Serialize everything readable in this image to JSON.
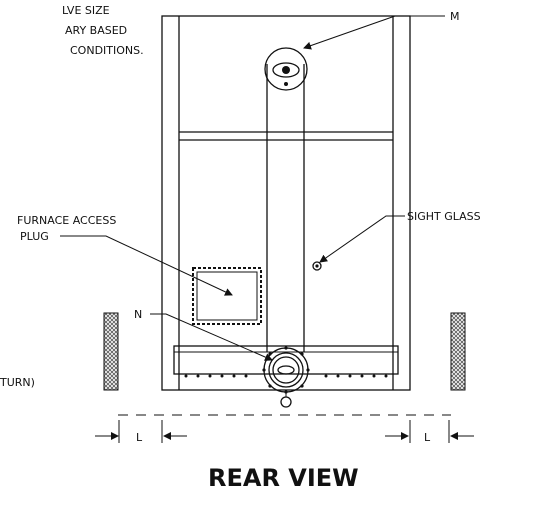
{
  "note_lines": [
    "LVE SIZE",
    "ARY BASED",
    "CONDITIONS."
  ],
  "callouts": {
    "m": "M",
    "n": "N",
    "sight_glass": "SIGHT GLASS",
    "furnace_line1": "FURNACE ACCESS",
    "furnace_line2": "PLUG",
    "return_fragment": "TURN)",
    "dim_left": "L",
    "dim_right": "L"
  },
  "title": "REAR VIEW"
}
